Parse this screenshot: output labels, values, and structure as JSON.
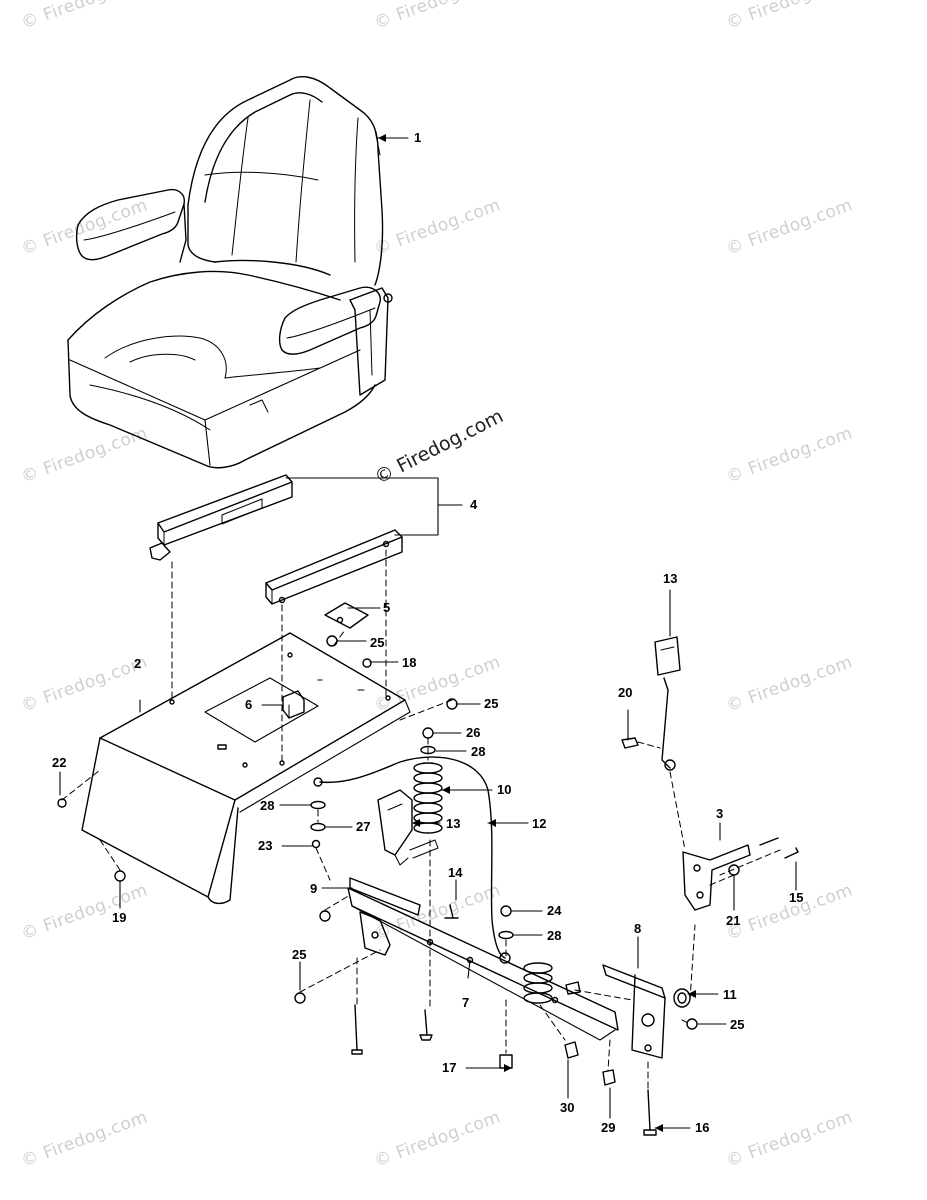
{
  "watermark": {
    "text": "© Firedog.com",
    "main_text": "© Firedog.com"
  },
  "callouts": {
    "c1": "1",
    "c2": "2",
    "c3": "3",
    "c4": "4",
    "c5": "5",
    "c6": "6",
    "c7": "7",
    "c8": "8",
    "c9": "9",
    "c10": "10",
    "c11": "11",
    "c12": "12",
    "c13a": "13",
    "c13b": "13",
    "c14": "14",
    "c15": "15",
    "c16": "16",
    "c17": "17",
    "c18": "18",
    "c19": "19",
    "c20": "20",
    "c21": "21",
    "c22": "22",
    "c23": "23",
    "c24": "24",
    "c25a": "25",
    "c25b": "25",
    "c25c": "25",
    "c25d": "25",
    "c26": "26",
    "c27": "27",
    "c28a": "28",
    "c28b": "28",
    "c28c": "28",
    "c29": "29",
    "c30": "30"
  },
  "colors": {
    "line": "#000000",
    "watermark": "#cfcfcf"
  }
}
